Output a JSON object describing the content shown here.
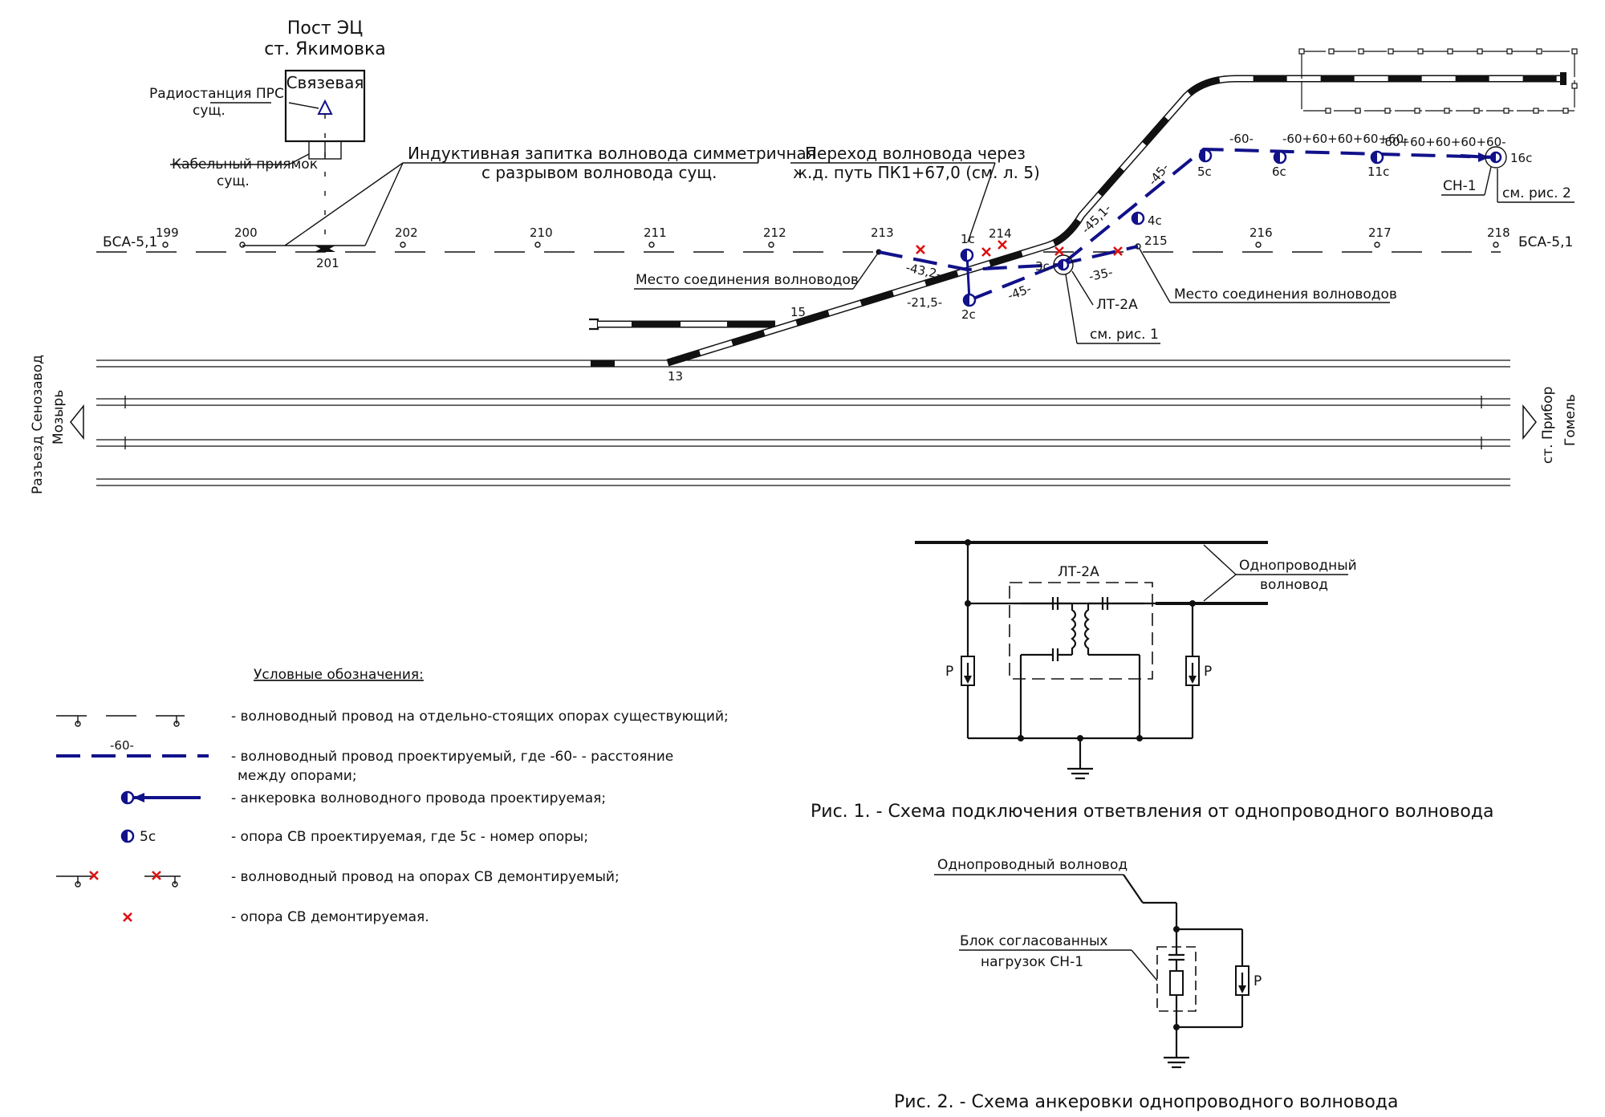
{
  "colors": {
    "new_line": "#11118a",
    "removed": "#dd1111",
    "ink": "#111111"
  },
  "post": {
    "title": "Пост ЭЦ",
    "station": "ст. Якимовка",
    "room": "Связевая"
  },
  "callouts": {
    "radio": [
      "Радиостанция ПРС",
      "сущ."
    ],
    "cable": [
      "Кабельный приямок",
      "сущ."
    ],
    "inductive": [
      "Индуктивная запитка волновода симметричная",
      "с разрывом волновода сущ."
    ],
    "crossing": [
      "Переход волновода через",
      "ж.д. путь ПК1+67,0 (см. л. 5)"
    ],
    "join_left": "Место соединения волноводов",
    "join_right": "Место соединения волноводов",
    "lt2a": "ЛТ-2А",
    "see_fig1": "см. рис. 1",
    "sn1": "СН-1",
    "see_fig2": "см. рис. 2"
  },
  "bsa_left": "БСА-5,1",
  "bsa_right": "БСА-5,1",
  "poles": [
    "199",
    "200",
    "201",
    "202",
    "210",
    "211",
    "212",
    "213",
    "214",
    "215",
    "216",
    "217",
    "218"
  ],
  "new_poles": [
    "1с",
    "2с",
    "3с",
    "4с",
    "5с",
    "6с",
    "11с",
    "16с"
  ],
  "distances": [
    "-43,2-",
    "-21,5-",
    "-45-",
    "-35-",
    "-45,1-",
    "-45-",
    "-60-",
    "-60+60+60+60+60-",
    "-60+60+60+60+60-"
  ],
  "switches": [
    "15",
    "13"
  ],
  "ends": {
    "left": [
      "Разъезд Сенозавод",
      "Мозырь"
    ],
    "right": [
      "ст. Прибор",
      "Гомель"
    ]
  },
  "legend": {
    "title": "Условные обозначения:",
    "sample_distance": "-60-",
    "sample_pole": "5с",
    "items": [
      "- волноводный провод на отдельно-стоящих опорах существующий;",
      "- волноводный провод проектируемый, где -60- - расстояние",
      "между опорами;",
      "- анкеровка волноводного провода проектируемая;",
      "- опора СВ проектируемая, где 5с - номер опоры;",
      "- волноводный провод на опорах СВ демонтируемый;",
      "- опора СВ демонтируемая."
    ]
  },
  "fig1": {
    "block": "ЛТ-2А",
    "waveguide": [
      "Однопроводный",
      "волновод"
    ],
    "p_left": "Р",
    "p_right": "Р",
    "caption": "Рис. 1. - Схема подключения ответвления от однопроводного волновода"
  },
  "fig2": {
    "waveguide": "Однопроводный волновод",
    "block": [
      "Блок согласованных",
      "нагрузок СН-1"
    ],
    "p": "Р",
    "caption": "Рис. 2. - Схема анкеровки однопроводного волновода"
  }
}
